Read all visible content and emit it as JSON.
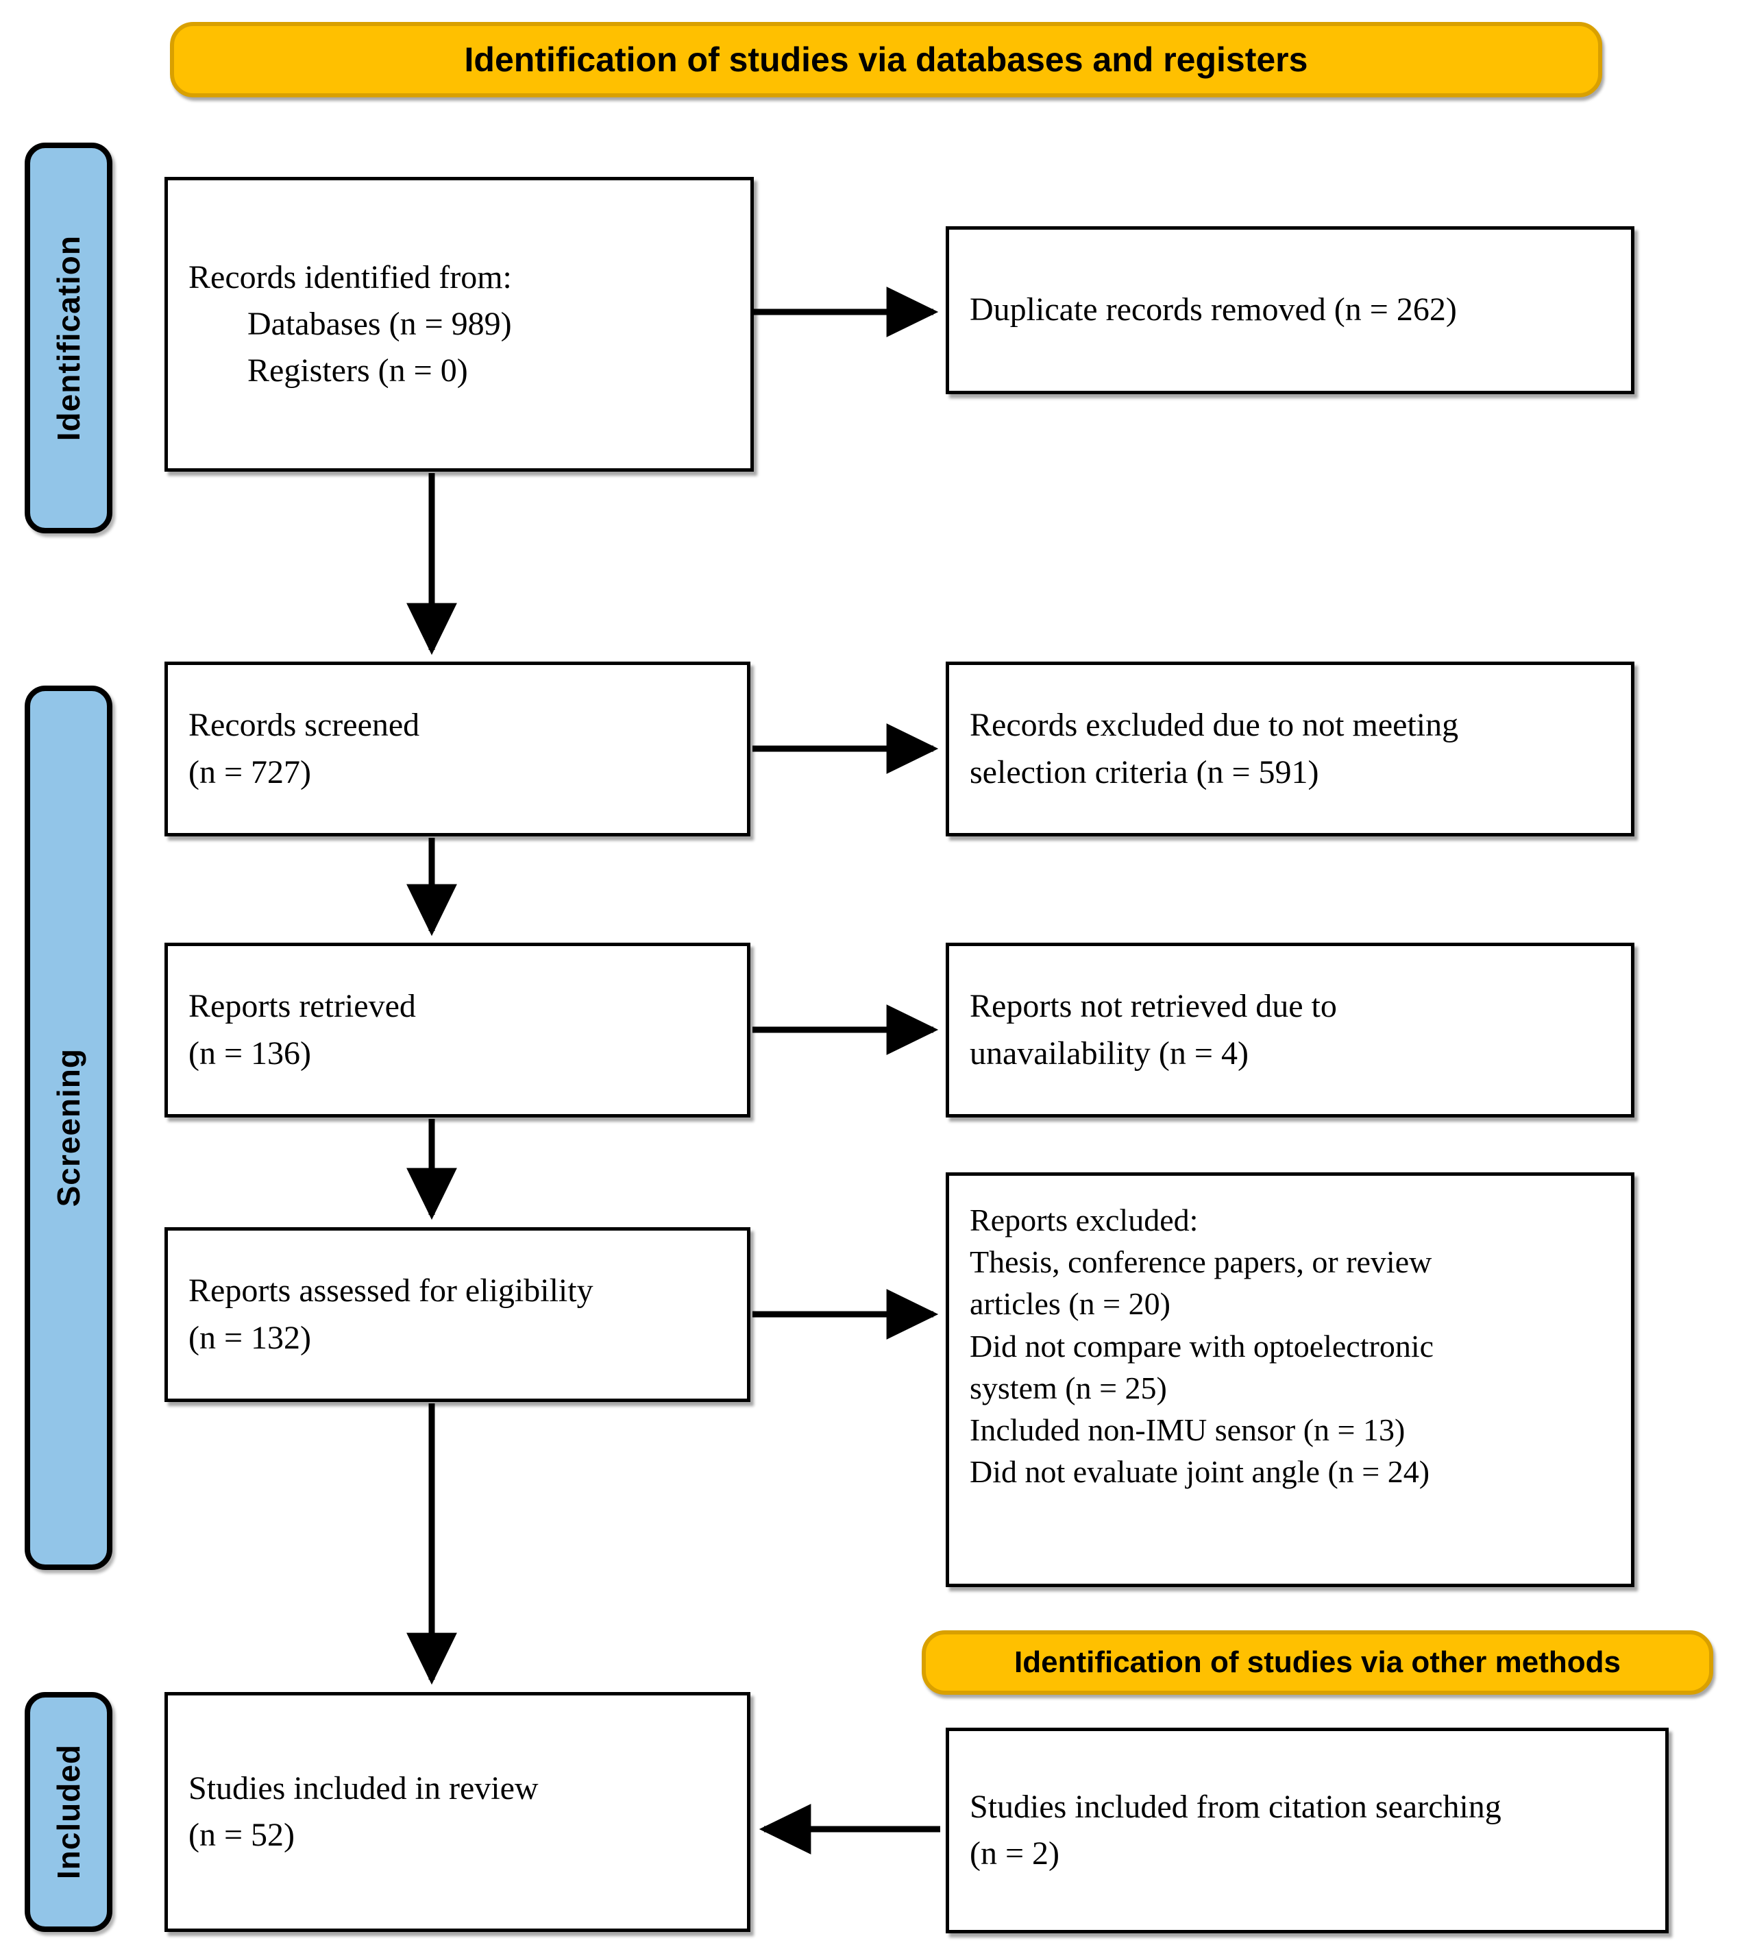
{
  "banners": {
    "databases": "Identification of studies via databases and registers",
    "other_methods": "Identification of studies via other methods"
  },
  "stages": {
    "identification": "Identification",
    "screening": "Screening",
    "included": "Included"
  },
  "boxes": {
    "identified": {
      "title": "Records identified from:",
      "databases": "Databases (n = 989)",
      "registers": "Registers (n = 0)"
    },
    "duplicates": {
      "text": "Duplicate records removed  (n = 262)"
    },
    "screened": {
      "title": "Records screened",
      "count": "(n = 727)"
    },
    "records_excluded": {
      "line1": "Records excluded due to not meeting",
      "line2": "selection criteria (n = 591)"
    },
    "retrieved": {
      "title": "Reports retrieved",
      "count": "(n = 136)"
    },
    "not_retrieved": {
      "line1": "Reports not retrieved due to",
      "line2": "unavailability (n = 4)"
    },
    "eligibility": {
      "title": "Reports assessed for eligibility",
      "count": "(n = 132)"
    },
    "reports_excluded": {
      "title": "Reports excluded:",
      "reason1a": "Thesis, conference papers, or review",
      "reason1b": "articles (n = 20)",
      "reason2a": "Did not compare with optoelectronic",
      "reason2b": "system (n = 25)",
      "reason3": "Included non-IMU sensor (n = 13)",
      "reason4": "Did not evaluate joint angle (n = 24)"
    },
    "included": {
      "title": "Studies included in review",
      "count": "(n = 52)"
    },
    "citation": {
      "title": "Studies included from citation searching",
      "count": "(n = 2)"
    }
  },
  "colors": {
    "banner_fill": "#FFC000",
    "banner_border": "#D9A000",
    "stage_fill": "#92C5E8",
    "box_border": "#000000",
    "arrow": "#000000"
  }
}
